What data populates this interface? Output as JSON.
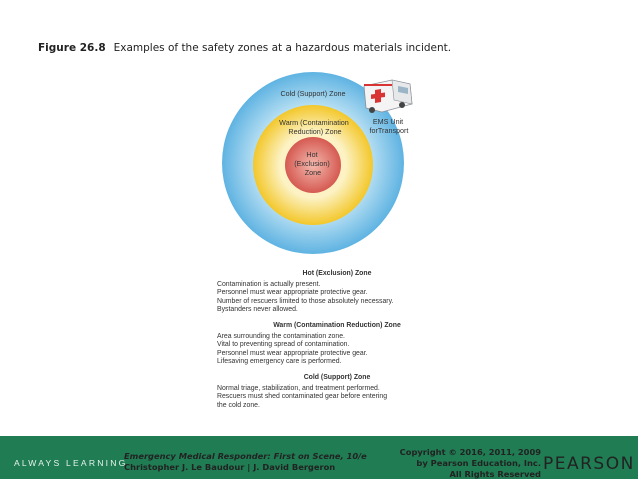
{
  "caption": {
    "number": "Figure 26.8",
    "text": "Examples of the safety zones at a hazardous materials incident."
  },
  "zones": {
    "cold_lines": [
      "Cold (Support) Zone"
    ],
    "warm_lines": [
      "Warm (Contamination",
      "Reduction) Zone"
    ],
    "hot_lines": [
      "Hot",
      "(Exclusion)",
      "Zone"
    ],
    "ems_lines": [
      "EMS Unit",
      "forTransport"
    ],
    "colors": {
      "cold": "#62b7e3",
      "warm": "#f2cc2d",
      "hot": "#d9625a",
      "ring": "#f6dfa0"
    }
  },
  "descriptions": [
    {
      "heading": "Hot (Exclusion) Zone",
      "lines": [
        "Contamination is actually present.",
        "Personnel must wear appropriate protective gear.",
        "Number of rescuers limited to those absolutely necessary.",
        "Bystanders never allowed."
      ]
    },
    {
      "heading": "Warm (Contamination Reduction) Zone",
      "lines": [
        "Area surrounding the contamination zone.",
        "Vital to preventing spread of contamination.",
        "Personnel must wear appropriate protective gear.",
        "Lifesaving emergency care is performed."
      ]
    },
    {
      "heading": "Cold (Support) Zone",
      "lines": [
        "Normal triage, stabilization, and treatment performed.",
        "Rescuers must shed contaminated gear before entering",
        "the cold zone."
      ]
    }
  ],
  "footer": {
    "tagline": "ALWAYS LEARNING",
    "book_title": "Emergency Medical Responder: First on Scene, 10/e",
    "authors": "Christopher J. Le Baudour | J. David Bergeron",
    "copyright_lines": [
      "Copyright © 2016, 2011, 2009",
      "by Pearson Education, Inc.",
      "All Rights Reserved"
    ],
    "brand": "PEARSON"
  }
}
